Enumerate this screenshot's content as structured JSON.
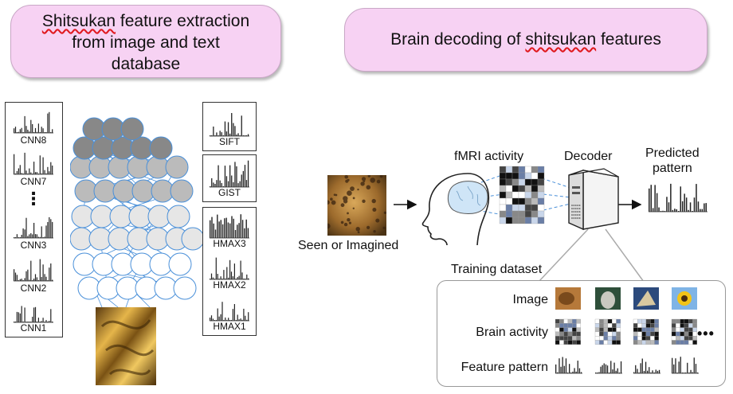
{
  "left_title": {
    "line1_a": "Shitsukan",
    "line1_b": " feature extraction",
    "line2": "from image and text",
    "line3": "database"
  },
  "right_title": {
    "before": "Brain decoding of ",
    "word": "shitsukan",
    "after": " features"
  },
  "cnn_labels": [
    "CNN8",
    "CNN7",
    "CNN3",
    "CNN2",
    "CNN1"
  ],
  "cnn_ellipsis": "⋮",
  "right_features": [
    "SIFT",
    "GIST",
    "HMAX3",
    "HMAX2",
    "HMAX1"
  ],
  "pipeline": {
    "seen_or_imagined": "Seen or Imagined",
    "fmri_activity": "fMRI activity",
    "decoder": "Decoder",
    "predicted_line1": "Predicted",
    "predicted_line2": "pattern",
    "training_dataset": "Training dataset"
  },
  "training_rows": [
    "Image",
    "Brain activity",
    "Feature pattern"
  ],
  "training_ellipsis": "•••",
  "colors": {
    "pill": "#f7d2f3",
    "node_dark": "#888888",
    "node_mid": "#bbbbbb",
    "node_light": "#e6e6e6",
    "node_stroke": "#4a90d9",
    "brain_fill": "#cfe5f7"
  }
}
